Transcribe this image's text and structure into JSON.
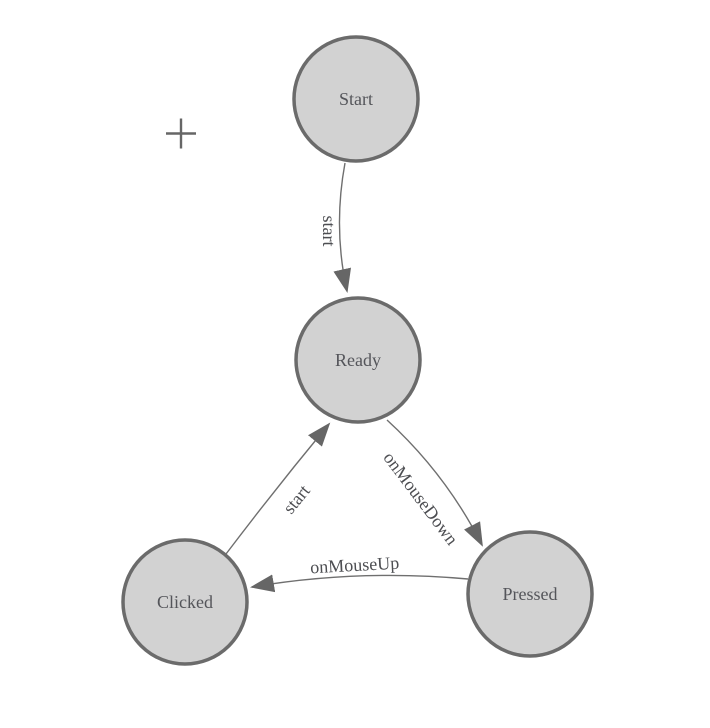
{
  "colors": {
    "canvas_bg": "#ffffff",
    "node_fill": "#d2d2d2",
    "node_border": "#6b6b6b",
    "node_text": "#54555a",
    "edge_line": "#6f6f6f",
    "edge_text": "#4d4e52",
    "arrow": "#666666",
    "crosshair": "#666666"
  },
  "diagram": {
    "type": "state-machine",
    "cursor_marker": "crosshair",
    "nodes": [
      {
        "id": "start",
        "label": "Start"
      },
      {
        "id": "ready",
        "label": "Ready"
      },
      {
        "id": "clicked",
        "label": "Clicked"
      },
      {
        "id": "pressed",
        "label": "Pressed"
      }
    ],
    "edges": [
      {
        "from": "start",
        "to": "ready",
        "label": "start"
      },
      {
        "from": "clicked",
        "to": "ready",
        "label": "start"
      },
      {
        "from": "ready",
        "to": "pressed",
        "label": "onMouseDown"
      },
      {
        "from": "pressed",
        "to": "clicked",
        "label": "onMouseUp"
      }
    ]
  }
}
